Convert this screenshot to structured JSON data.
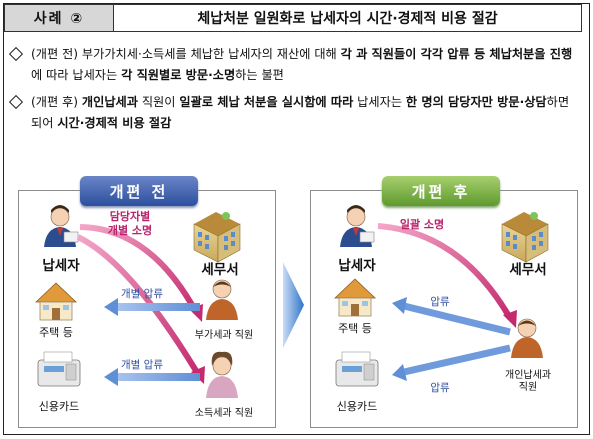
{
  "case": {
    "tag": "사례 ②",
    "title": "체납처분 일원화로 납세자의 시간·경제적 비용 절감"
  },
  "bullets": {
    "b1": {
      "s1": "(개편 전) ",
      "s2": "부가가치세·소득세를 체납한 납세자의 재산에 대해 ",
      "s3": "각 과 직원들이 각각 압류 등 체납처분을 진행",
      "s4": "에 따라 납세자는 ",
      "s5": "각 직원별로 방문·소명",
      "s6": "하는 불편"
    },
    "b2": {
      "s1": "(개편 후) ",
      "s2": "개인납세과",
      "s3": " 직원이 ",
      "s4": "일괄로 체납 처분을 실시함에 따라",
      "s5": " 납세자는 ",
      "s6": "한 명의 담당자만 방문·상담",
      "s7": "하면 되어 ",
      "s8": "시간·경제적 비용 절감"
    }
  },
  "before": {
    "title": "개편 전",
    "taxpayer": "납세자",
    "house": "주택 등",
    "card": "신용카드",
    "office": "세무서",
    "officer1": "부가세과 직원",
    "officer2": "소득세과 직원",
    "note_line1": "담당자별",
    "note_line2": "개별 소명",
    "seize1": "개별 압류",
    "seize2": "개별 압류"
  },
  "after": {
    "title": "개편 후",
    "taxpayer": "납세자",
    "house": "주택 등",
    "card": "신용카드",
    "office": "세무서",
    "officer_line1": "개인납세과",
    "officer_line2": "직원",
    "note": "일괄 소명",
    "seize1": "압류",
    "seize2": "압류"
  },
  "colors": {
    "before_header": "#2d4f9e",
    "after_header": "#5e9a2e",
    "note_pink": "#b8236b",
    "seize_blue": "#2f4fa0"
  },
  "icons": [
    "person-icon",
    "office-building-icon",
    "house-icon",
    "card-terminal-icon",
    "officer-icon",
    "transition-arrow-icon"
  ]
}
